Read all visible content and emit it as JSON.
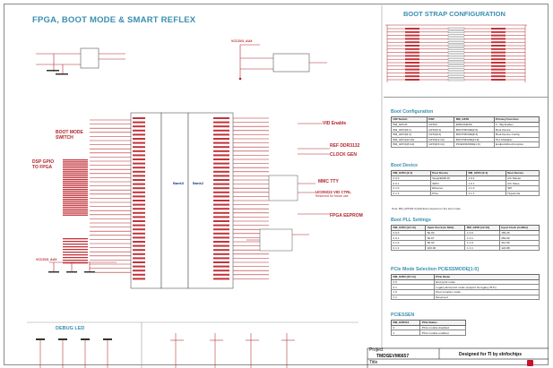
{
  "title": "FPGA, BOOT MODE & SMART REFLEX",
  "boot_strap_title": "BOOT STRAP CONFIGURATION",
  "colors": {
    "title": "#3a8fb0",
    "net": "#b0252b",
    "wire": "#b0252b",
    "ic_fill": "#c23339"
  },
  "left_labels": {
    "boot_mode_switch": [
      "BOOT MODE",
      "SWITCH"
    ],
    "dsp_gpio": [
      "DSP GPIO",
      "TO FPGA"
    ],
    "vcc": "VCC3V3_AUX",
    "vcc_top": "VCC3V3_AUX"
  },
  "ic_labels": {
    "bank3": "Bank3",
    "bank2": "Bank2"
  },
  "right_labels": {
    "vid_enable": "VID Enable",
    "ref_ddr3": "REF DDR3132",
    "clock_gen": "CLOCK GEN",
    "mmc_tty": "MMC TTY",
    "ucd_ctrl": [
      "UCD9222 VID CTRL",
      "Reserved for future use"
    ],
    "fpga_eeprom": "FPGA EEPROM"
  },
  "debug_led": "DEBUG LED",
  "boot_config": {
    "title": "Boot Configuration",
    "headers": [
      "DIP Switch",
      "DSP",
      "BM_GPIO",
      "Primary Function"
    ],
    "rows": [
      [
        "BM_GPIO0",
        "GPIO0",
        "ENDIANESS",
        "0 - Big Endian"
      ],
      [
        "BM_GPIO[3:1]",
        "GPIO[3:1]",
        "BOOTMODE[2:0]",
        "Boot Device"
      ],
      [
        "BM_GPIO[9:4]",
        "GPIO[9:4]",
        "BOOTMODE[8:3]",
        "Boot Device Config"
      ],
      [
        "BM_GPIO[12:10]",
        "GPIO[12:10]",
        "BOOTMODE[11:9]",
        "PLL Multiplier"
      ],
      [
        "BM_GPIO[15:14]",
        "GPIO[15:14]",
        "PCIESSMODE[1:0]",
        "EndpointRootComplex"
      ]
    ]
  },
  "boot_device": {
    "title": "Boot Device",
    "headers": [
      "BM_GPIO [3:1]",
      "Boot Device",
      "BM_GPIO [3:1]",
      "Boot Device"
    ],
    "rows": [
      [
        "0 0 0",
        "Sleep/EMIF16",
        "1 0 0",
        "I2C Master"
      ],
      [
        "0 0 1",
        "SRIO",
        "1 0 1",
        "I2C Slave"
      ],
      [
        "0 1 0",
        "Ethernet",
        "1 1 0",
        "SPI"
      ],
      [
        "0 1 1",
        "PCIe",
        "1 1 1",
        "HyperLink"
      ]
    ],
    "note": "Note: BM_GPIO[9:4] definitions depend on the boot mode"
  },
  "boot_pll": {
    "title": "Boot PLL Settings",
    "headers": [
      "BM_GPIO [12:10]",
      "Input Clock (in MHz)",
      "BM_GPIO [12:10]",
      "Input Clock (in MHz)"
    ],
    "rows": [
      [
        "0 0 0",
        "50.00",
        "1 0 0",
        "156.25"
      ],
      [
        "0 0 1",
        "66.67",
        "1 0 1",
        "250.00"
      ],
      [
        "0 1 0",
        "80.00",
        "1 1 0",
        "312.50"
      ],
      [
        "0 1 1",
        "100.00",
        "1 1 1",
        "122.88"
      ]
    ]
  },
  "pcie_mode": {
    "title": "PCIe Mode Selection PCIESSMODE[1:0]",
    "headers": [
      "BM_GPIO [15:14]",
      "PCIe Mode"
    ],
    "rows": [
      [
        "0 0",
        "End point mode"
      ],
      [
        "0 1",
        "Legacy End point mode (support for legacy INTx)"
      ],
      [
        "1 0",
        "Root complex mode"
      ],
      [
        "1 1",
        "Reserved"
      ]
    ]
  },
  "pcie_ssen": {
    "title": "PCIESSEN",
    "headers": [
      "BM_GPIO13",
      "PCIe Status"
    ],
    "rows": [
      [
        "0",
        "PCIe module disabled"
      ],
      [
        "1",
        "PCIe module enabled"
      ]
    ]
  },
  "title_block": {
    "project_label": "Project",
    "project_value": "TMDSEVM6657",
    "designer": "Designed for TI by eInfochips",
    "title_label": "Title"
  }
}
